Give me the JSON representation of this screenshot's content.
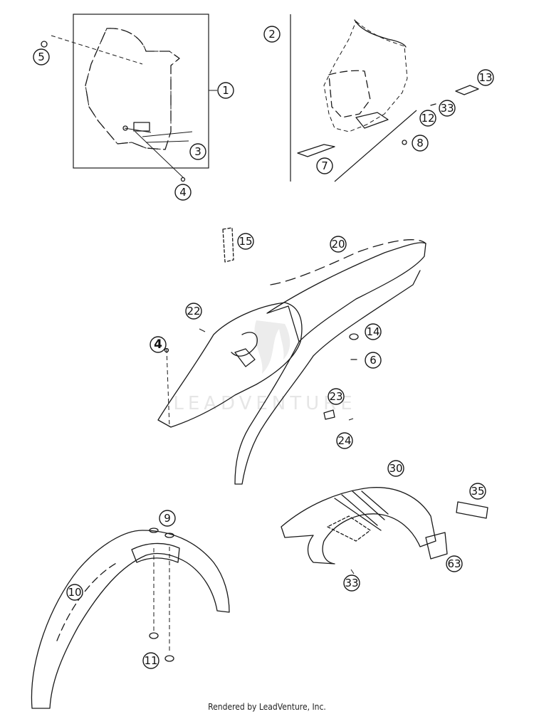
{
  "watermark": "LEADVENTURE",
  "footer": "Rendered by LeadVenture, Inc.",
  "callouts": [
    {
      "id": "c1",
      "label": "1"
    },
    {
      "id": "c2",
      "label": "2"
    },
    {
      "id": "c3",
      "label": "3"
    },
    {
      "id": "c4a",
      "label": "4"
    },
    {
      "id": "c4b",
      "label": "4"
    },
    {
      "id": "c5",
      "label": "5"
    },
    {
      "id": "c6",
      "label": "6"
    },
    {
      "id": "c7",
      "label": "7"
    },
    {
      "id": "c8",
      "label": "8"
    },
    {
      "id": "c9",
      "label": "9"
    },
    {
      "id": "c10",
      "label": "10"
    },
    {
      "id": "c11",
      "label": "11"
    },
    {
      "id": "c12",
      "label": "12"
    },
    {
      "id": "c13",
      "label": "13"
    },
    {
      "id": "c14",
      "label": "14"
    },
    {
      "id": "c15",
      "label": "15"
    },
    {
      "id": "c20",
      "label": "20"
    },
    {
      "id": "c22",
      "label": "22"
    },
    {
      "id": "c23",
      "label": "23"
    },
    {
      "id": "c24",
      "label": "24"
    },
    {
      "id": "c30",
      "label": "30"
    },
    {
      "id": "c33a",
      "label": "33"
    },
    {
      "id": "c33b",
      "label": "33"
    },
    {
      "id": "c35",
      "label": "35"
    },
    {
      "id": "c63",
      "label": "63"
    }
  ]
}
